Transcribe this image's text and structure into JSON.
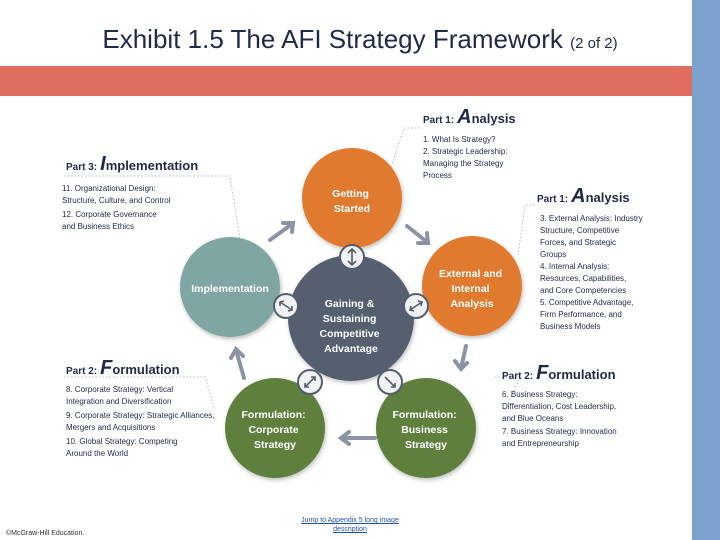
{
  "header": {
    "title": "Exhibit 1.5 The AFI Strategy Framework",
    "title_suffix": "(2 of 2)"
  },
  "footer": {
    "copyright": "©McGraw-Hill Education.",
    "link_line1": "Jump to Appendix 5 long image",
    "link_line2": "description"
  },
  "colors": {
    "title_band": "#de6e5f",
    "right_bar": "#7ba1cf",
    "orange": "#e07a2e",
    "teal": "#7fa6a3",
    "green": "#5f7f3e",
    "center": "#555e6f",
    "arrow": "#8a94a5",
    "text": "#1f2a4a"
  },
  "diagram": {
    "center": [
      "Gaining &",
      "Sustaining",
      "Competitive",
      "Advantage"
    ],
    "getting_started": [
      "Getting",
      "Started"
    ],
    "external_internal": [
      "External and",
      "Internal",
      "Analysis"
    ],
    "business": [
      "Formulation:",
      "Business",
      "Strategy"
    ],
    "corporate": [
      "Formulation:",
      "Corporate",
      "Strategy"
    ],
    "implementation": [
      "Implementation"
    ]
  },
  "parts": {
    "analysis_top": {
      "prefix": "Part 1:",
      "initial": "A",
      "rest": "nalysis",
      "items": [
        "1.  What Is Strategy?",
        "2.  Strategic Leadership:",
        "     Managing the Strategy",
        "     Process"
      ]
    },
    "analysis_right": {
      "prefix": "Part 1:",
      "initial": "A",
      "rest": "nalysis",
      "items": [
        "3. External Analysis: Industry",
        "    Structure, Competitive",
        "    Forces, and Strategic",
        "    Groups",
        "4. Internal Analysis:",
        "    Resources, Capabilities,",
        "    and Core Competencies",
        "5. Competitive Advantage,",
        "    Firm Performance, and",
        "    Business Models"
      ]
    },
    "implementation": {
      "prefix": "Part 3:",
      "initial": "I",
      "rest": "mplementation",
      "items": [
        "11. Organizational Design:",
        "      Structure, Culture, and Control",
        "12. Corporate Governance",
        "      and Business Ethics"
      ]
    },
    "formulation_left": {
      "prefix": "Part 2:",
      "initial": "F",
      "rest": "ormulation",
      "items": [
        "8.  Corporate Strategy: Vertical",
        "     Integration and Diversification",
        "9.  Corporate Strategy: Strategic Alliances,",
        "     Mergers and Acquisitions",
        "10. Global Strategy: Competing",
        "      Around the World"
      ]
    },
    "formulation_right": {
      "prefix": "Part 2:",
      "initial": "F",
      "rest": "ormulation",
      "items": [
        "6. Business Strategy:",
        "    Differentiation, Cost Leadership,",
        "    and Blue Oceans",
        "7. Business Strategy: Innovation",
        "    and Entrepreneurship"
      ]
    }
  }
}
